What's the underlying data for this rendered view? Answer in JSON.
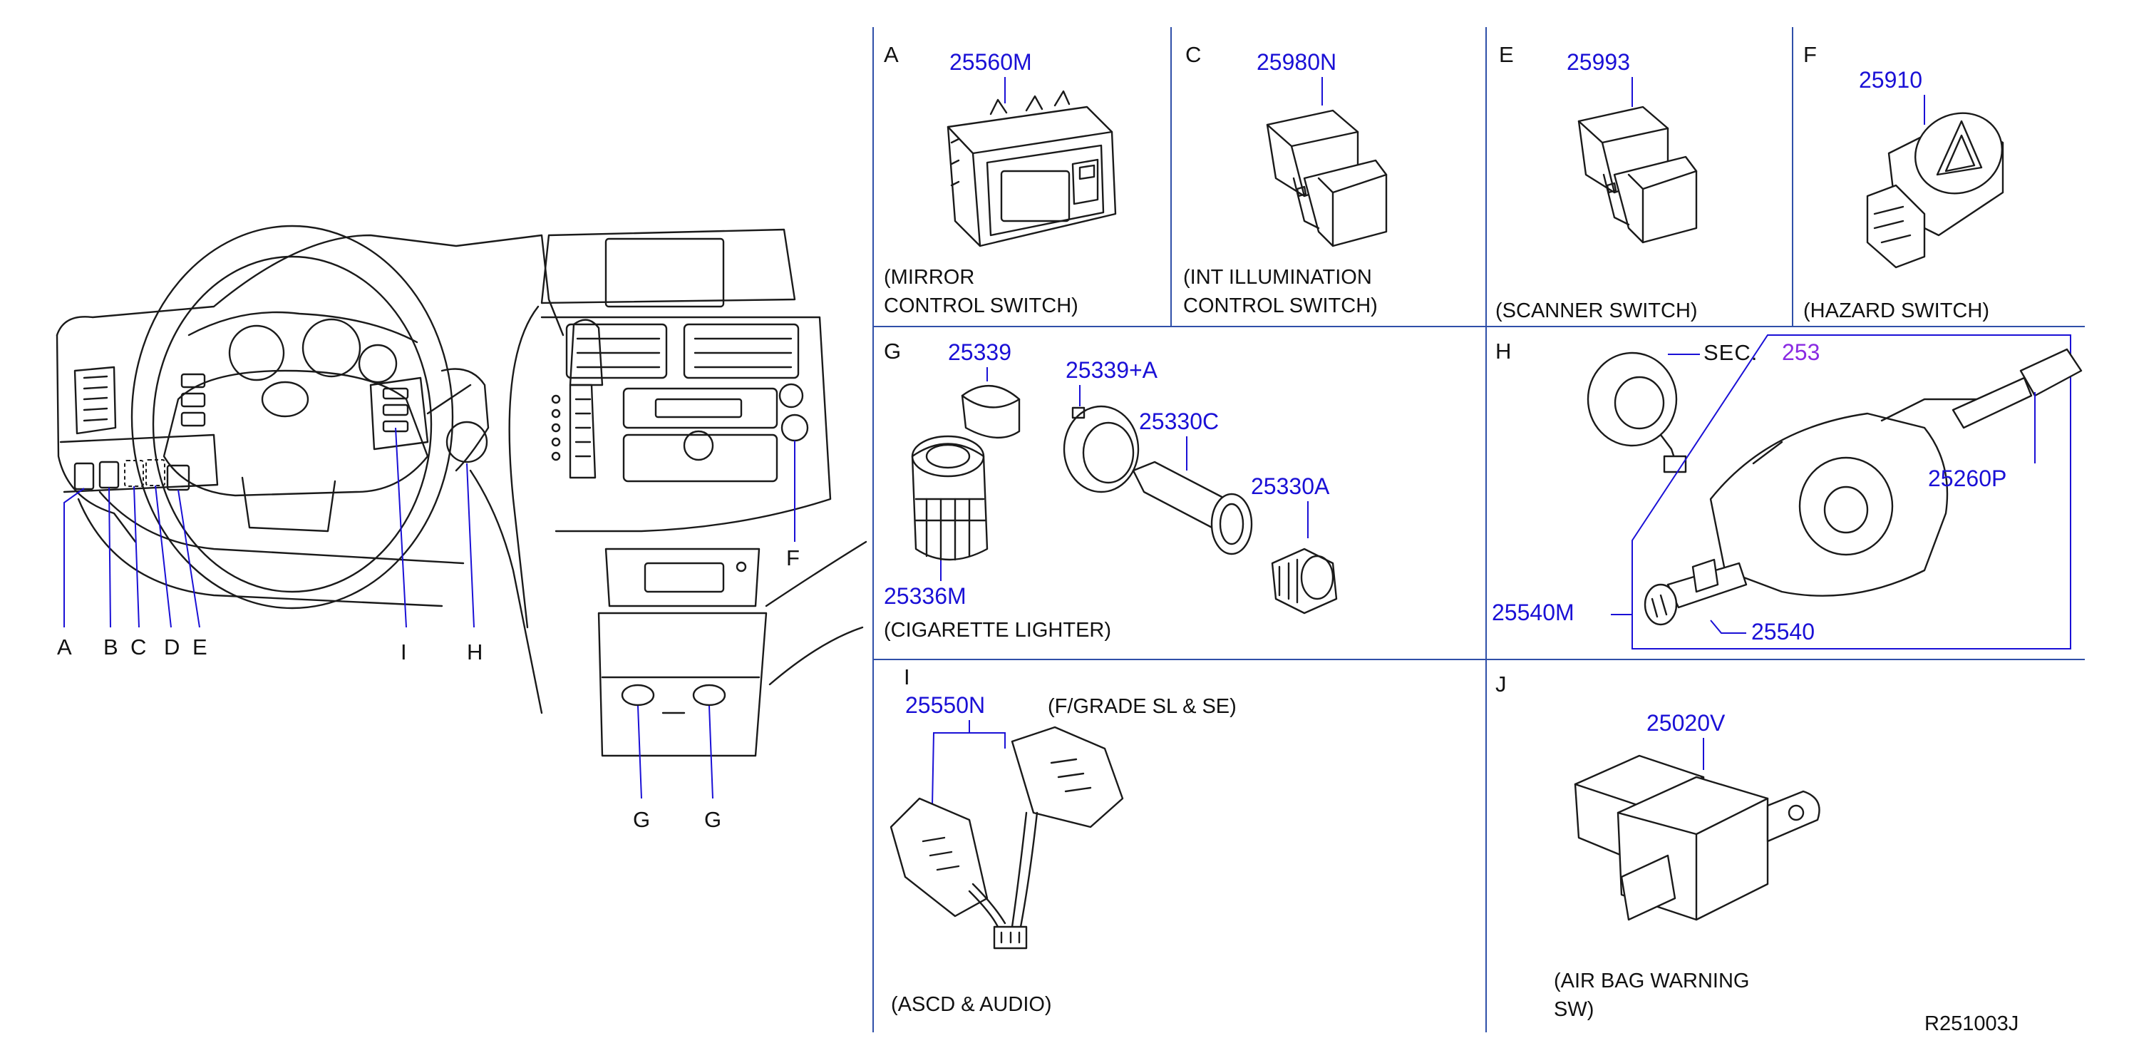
{
  "colors": {
    "part_number": "#1a10d6",
    "section_ref": "#8a2be2",
    "grid": "#2f4fa8",
    "ink": "#111111"
  },
  "overview": {
    "letters": {
      "A": "A",
      "B": "B",
      "C": "C",
      "D": "D",
      "E": "E",
      "F": "F",
      "G1": "G",
      "G2": "G",
      "H": "H",
      "I": "I"
    }
  },
  "panels": {
    "A": {
      "letter": "A",
      "part": "25560M",
      "caption1": "(MIRROR",
      "caption2": "CONTROL  SWITCH)"
    },
    "C": {
      "letter": "C",
      "part": "25980N",
      "caption1": "(INT  ILLUMINATION",
      "caption2": "CONTROL  SWITCH)"
    },
    "E": {
      "letter": "E",
      "part": "25993",
      "caption1": "(SCANNER  SWITCH)"
    },
    "F": {
      "letter": "F",
      "part": "25910",
      "caption1": "(HAZARD  SWITCH)"
    },
    "G": {
      "letter": "G",
      "parts": [
        "25339",
        "25339+A",
        "25330C",
        "25330A",
        "25336M"
      ],
      "caption1": "(CIGARETTE  LIGHTER)"
    },
    "H": {
      "letter": "H",
      "sec_label": "SEC.",
      "sec_num": "253",
      "parts": [
        "25260P",
        "25540M",
        "25540"
      ]
    },
    "I": {
      "letter": "I",
      "part": "25550N",
      "note": "(F/GRADE  SL  &  SE)",
      "caption1": "(ASCD  &  AUDIO)"
    },
    "J": {
      "letter": "J",
      "part": "25020V",
      "caption1": "(AIR  BAG  WARNING",
      "caption2": "SW)"
    }
  },
  "figure_code": "R251003J"
}
